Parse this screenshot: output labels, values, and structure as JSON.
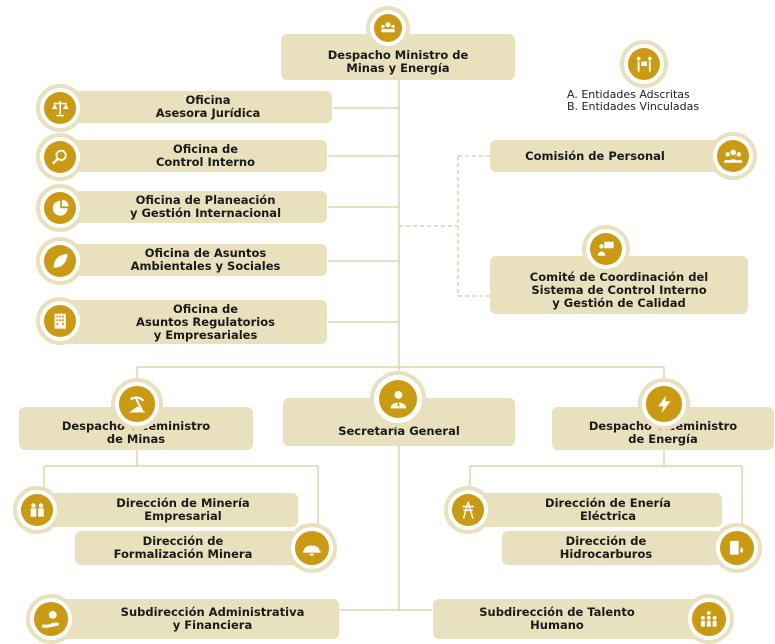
{
  "colors": {
    "box": "#e9e0be",
    "icon": "#c99a12",
    "line": "#d8cc9f"
  },
  "minister": {
    "line1": "Despacho Ministro de",
    "line2": "Minas y Energía",
    "icon": "meeting-icon"
  },
  "legend": {
    "a": "A. Entidades Adscritas",
    "b": "B. Entidades Vinculadas",
    "icon": "people-carrying-box-icon"
  },
  "offices": [
    {
      "line1": "Oficina",
      "line2": "Asesora Jurídica",
      "line3": "",
      "icon": "scales-icon"
    },
    {
      "line1": "Oficina de",
      "line2": "Control Interno",
      "line3": "",
      "icon": "magnifier-icon"
    },
    {
      "line1": "Oficina de Planeación",
      "line2": "y Gestión Internacional",
      "line3": "",
      "icon": "pie-chart-icon"
    },
    {
      "line1": "Oficina de Asuntos",
      "line2": "Ambientales y Sociales",
      "line3": "",
      "icon": "leaf-icon"
    },
    {
      "line1": "Oficina de",
      "line2": "Asuntos Regulatorios",
      "line3": "y Empresariales",
      "icon": "building-icon"
    }
  ],
  "committees": [
    {
      "line1": "Comisión de Personal",
      "line2": "",
      "line3": "",
      "icon": "group-icon"
    },
    {
      "line1": "Comité de Coordinación del",
      "line2": "Sistema de Control Interno",
      "line3": "y Gestión de Calidad",
      "icon": "presenter-icon"
    }
  ],
  "vice_minas": {
    "line1": "Despacho Viceministro",
    "line2": "de Minas",
    "icon": "pickaxe-icon"
  },
  "secretaria": {
    "line1": "Secretaría General",
    "icon": "person-tie-icon"
  },
  "vice_energia": {
    "line1": "Despacho Viceministro",
    "line2": "de Energía",
    "icon": "lightning-icon"
  },
  "minas_dirs": [
    {
      "line1": "Dirección de Minería",
      "line2": "Empresarial",
      "icon": "workers-icon"
    },
    {
      "line1": "Dirección de",
      "line2": "Formalización Minera",
      "icon": "helmet-icon"
    }
  ],
  "energia_dirs": [
    {
      "line1": "Dirección de Enería",
      "line2": "Eléctrica",
      "icon": "power-tower-icon"
    },
    {
      "line1": "Dirección de",
      "line2": "Hidrocarburos",
      "icon": "oil-barrel-icon"
    }
  ],
  "sub_admin": {
    "line1": "Subdirección Administrativa",
    "line2": "y Financiera",
    "icon": "money-hand-icon"
  },
  "sub_talento": {
    "line1": "Subdirección de Talento",
    "line2": "Humano",
    "icon": "team-icon"
  }
}
